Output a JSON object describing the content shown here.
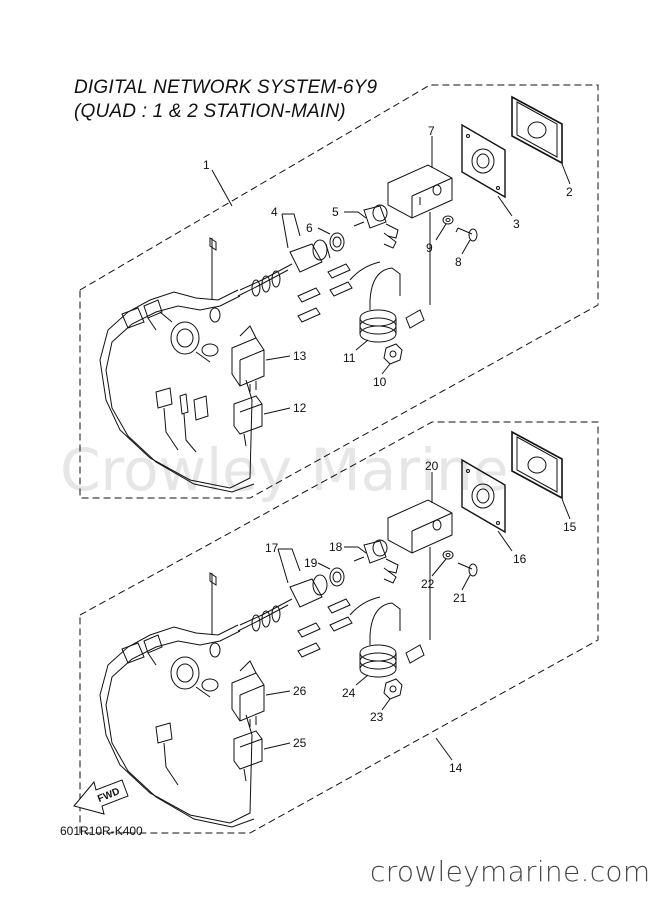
{
  "title": {
    "line1": "DIGITAL NETWORK SYSTEM-6Y9",
    "line2": "(QUAD : 1 & 2 STATION-MAIN)"
  },
  "watermark": "Crowley Marine",
  "arrow_label": "FWD",
  "diagram_code": "601R10R-K400",
  "footer_url": "crowleymarine.com",
  "callouts": {
    "c1": "1",
    "c2": "2",
    "c3": "3",
    "c4": "4",
    "c5": "5",
    "c6": "6",
    "c7": "7",
    "c8": "8",
    "c9": "9",
    "c10": "10",
    "c11": "11",
    "c12": "12",
    "c13": "13",
    "c14": "14",
    "c15": "15",
    "c16": "16",
    "c17": "17",
    "c18": "18",
    "c19": "19",
    "c20": "20",
    "c21": "21",
    "c22": "22",
    "c23": "23",
    "c24": "24",
    "c25": "25",
    "c26": "26"
  }
}
